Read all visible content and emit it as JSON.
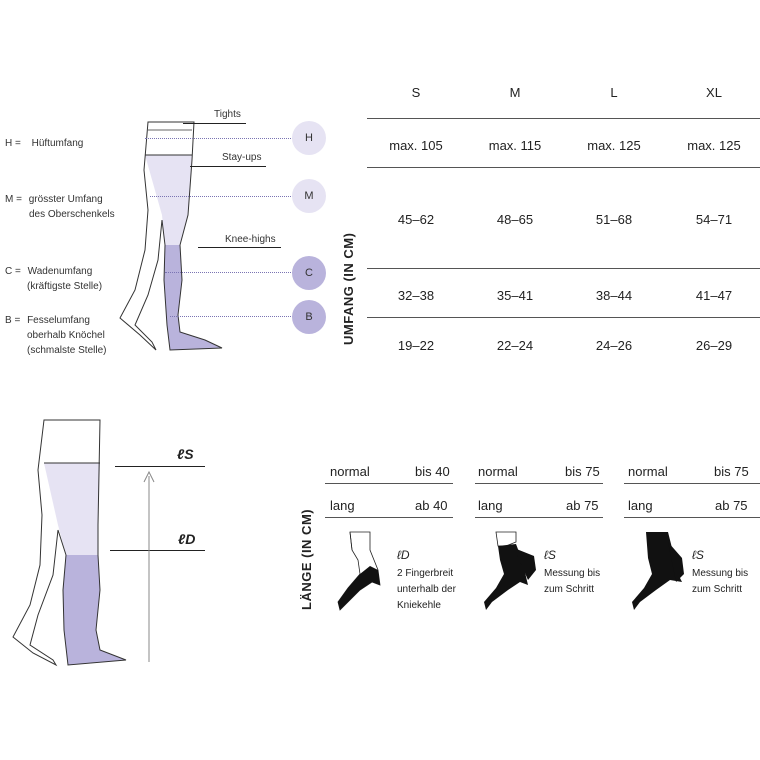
{
  "legend": {
    "H": "H =",
    "H_text": "Hüftumfang",
    "M": "M =",
    "M_text1": "grösster Umfang",
    "M_text2": "des Oberschenkels",
    "C": "C =",
    "C_text1": "Wadenumfang",
    "C_text2": "(kräftigste Stelle)",
    "B": "B =",
    "B_text1": "Fesselumfang",
    "B_text2": "oberhalb Knöchel",
    "B_text3": "(schmalste Stelle)"
  },
  "leg_labels": {
    "tights": "Tights",
    "stayups": "Stay-ups",
    "kneehighs": "Knee-highs"
  },
  "markers": {
    "h": "H",
    "m": "M",
    "c": "C",
    "b": "B"
  },
  "size_table": {
    "title": "UMFANG (IN CM)",
    "headers": [
      "S",
      "M",
      "L",
      "XL"
    ],
    "rows": [
      [
        "max. 105",
        "max. 115",
        "max. 125",
        "max. 125"
      ],
      [
        "45–62",
        "48–65",
        "51–68",
        "54–71"
      ],
      [
        "32–38",
        "35–41",
        "38–44",
        "41–47"
      ],
      [
        "19–22",
        "22–24",
        "24–26",
        "26–29"
      ]
    ]
  },
  "length": {
    "ls_mark": "ℓS",
    "ld_mark": "ℓD",
    "title": "LÄNGE (IN CM)",
    "groups": [
      {
        "normal": "normal",
        "normal_val": "bis 40",
        "lang": "lang",
        "lang_val": "ab 40",
        "mark": "ℓD",
        "desc1": "2 Fingerbreit",
        "desc2": "unterhalb der",
        "desc3": "Kniekehle"
      },
      {
        "normal": "normal",
        "normal_val": "bis 75",
        "lang": "lang",
        "lang_val": "ab 75",
        "mark": "ℓS",
        "desc1": "Messung bis",
        "desc2": "zum Schritt",
        "desc3": ""
      },
      {
        "normal": "normal",
        "normal_val": "bis 75",
        "lang": "lang",
        "lang_val": "ab 75",
        "mark": "ℓS",
        "desc1": "Messung bis",
        "desc2": "zum Schritt",
        "desc3": ""
      }
    ]
  },
  "colors": {
    "light": "#e6e3f3",
    "mid": "#b9b3dc",
    "line": "#555555"
  }
}
